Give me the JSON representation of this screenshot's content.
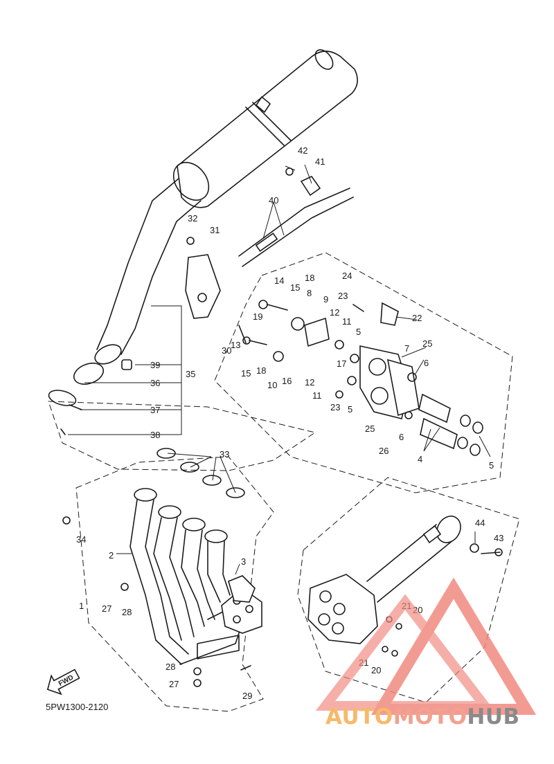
{
  "diagram": {
    "code": "5PW1300-2120",
    "fwd_label": "FWD",
    "callouts": [
      "1",
      "2",
      "3",
      "4",
      "5",
      "6",
      "7",
      "8",
      "9",
      "10",
      "11",
      "12",
      "13",
      "14",
      "15",
      "16",
      "17",
      "18",
      "19",
      "20",
      "21",
      "22",
      "23",
      "24",
      "25",
      "26",
      "27",
      "28",
      "29",
      "30",
      "31",
      "32",
      "33",
      "34",
      "35",
      "36",
      "37",
      "38",
      "39",
      "40",
      "41",
      "42",
      "43",
      "44"
    ]
  },
  "watermark": {
    "part1": "AUTO",
    "part2": "MOTO",
    "part3": "HUB",
    "colors": {
      "auto": "#f6b96a",
      "moto": "#f3a08f",
      "hub": "#8a8a8a",
      "triangle": "#f08a80"
    }
  }
}
